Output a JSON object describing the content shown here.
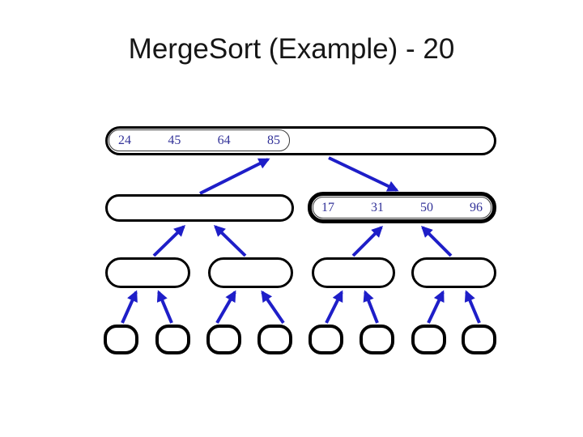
{
  "slide": {
    "title": "MergeSort (Example) - 20"
  },
  "tree": {
    "root": {
      "values": [
        "24",
        "45",
        "64",
        "85"
      ]
    },
    "level2_left": {
      "values": []
    },
    "level2_right": {
      "values": [
        "17",
        "31",
        "50",
        "96"
      ]
    },
    "level3": [
      {
        "values": []
      },
      {
        "values": []
      },
      {
        "values": []
      },
      {
        "values": []
      }
    ],
    "leaves": [
      {
        "values": []
      },
      {
        "values": []
      },
      {
        "values": []
      },
      {
        "values": []
      },
      {
        "values": []
      },
      {
        "values": []
      },
      {
        "values": []
      },
      {
        "values": []
      }
    ]
  },
  "colors": {
    "background": "#ffffff",
    "title_text": "#161616",
    "node_border": "#000000",
    "value_text": "#333399",
    "arrow": "#1e1ec8"
  }
}
